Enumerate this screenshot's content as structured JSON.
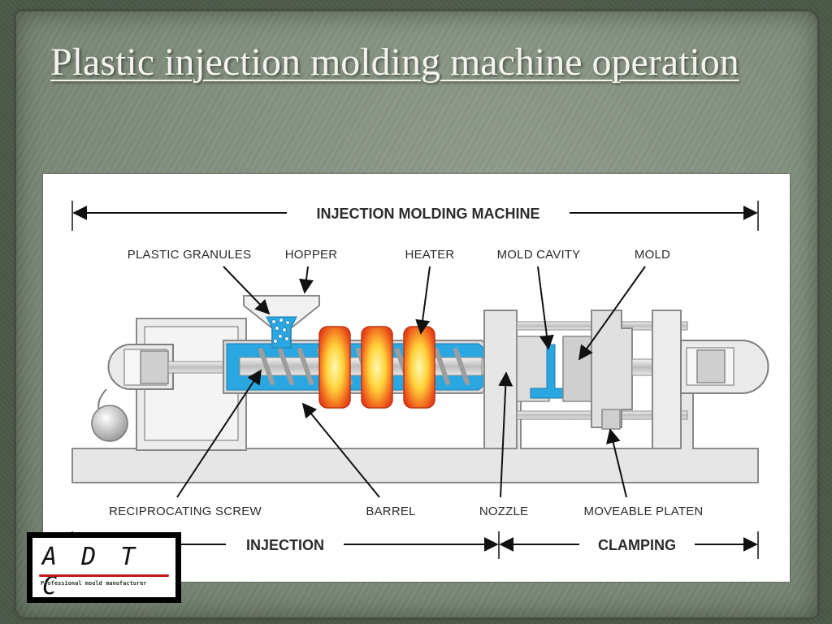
{
  "slide": {
    "title": "Plastic injection molding machine operation"
  },
  "diagram": {
    "header": "INJECTION MOLDING MACHINE",
    "top_labels": {
      "plastic_granules": "PLASTIC GRANULES",
      "hopper": "HOPPER",
      "heater": "HEATER",
      "mold_cavity": "MOLD CAVITY",
      "mold": "MOLD"
    },
    "bottom_labels": {
      "reciprocating_screw": "RECIPROCATING SCREW",
      "barrel": "BARREL",
      "nozzle": "NOZZLE",
      "moveable_platen": "MOVEABLE PLATEN"
    },
    "sections": {
      "injection": "INJECTION",
      "clamping": "CLAMPING"
    },
    "colors": {
      "melt": "#2aa6e0",
      "heater_outer": "#e8451c",
      "heater_core": "#fff27a",
      "machine": "#e4e4e4",
      "outline": "#8c8c8c"
    }
  },
  "logo": {
    "text": "A D T C",
    "tagline": "Professional mould manufacturer"
  }
}
